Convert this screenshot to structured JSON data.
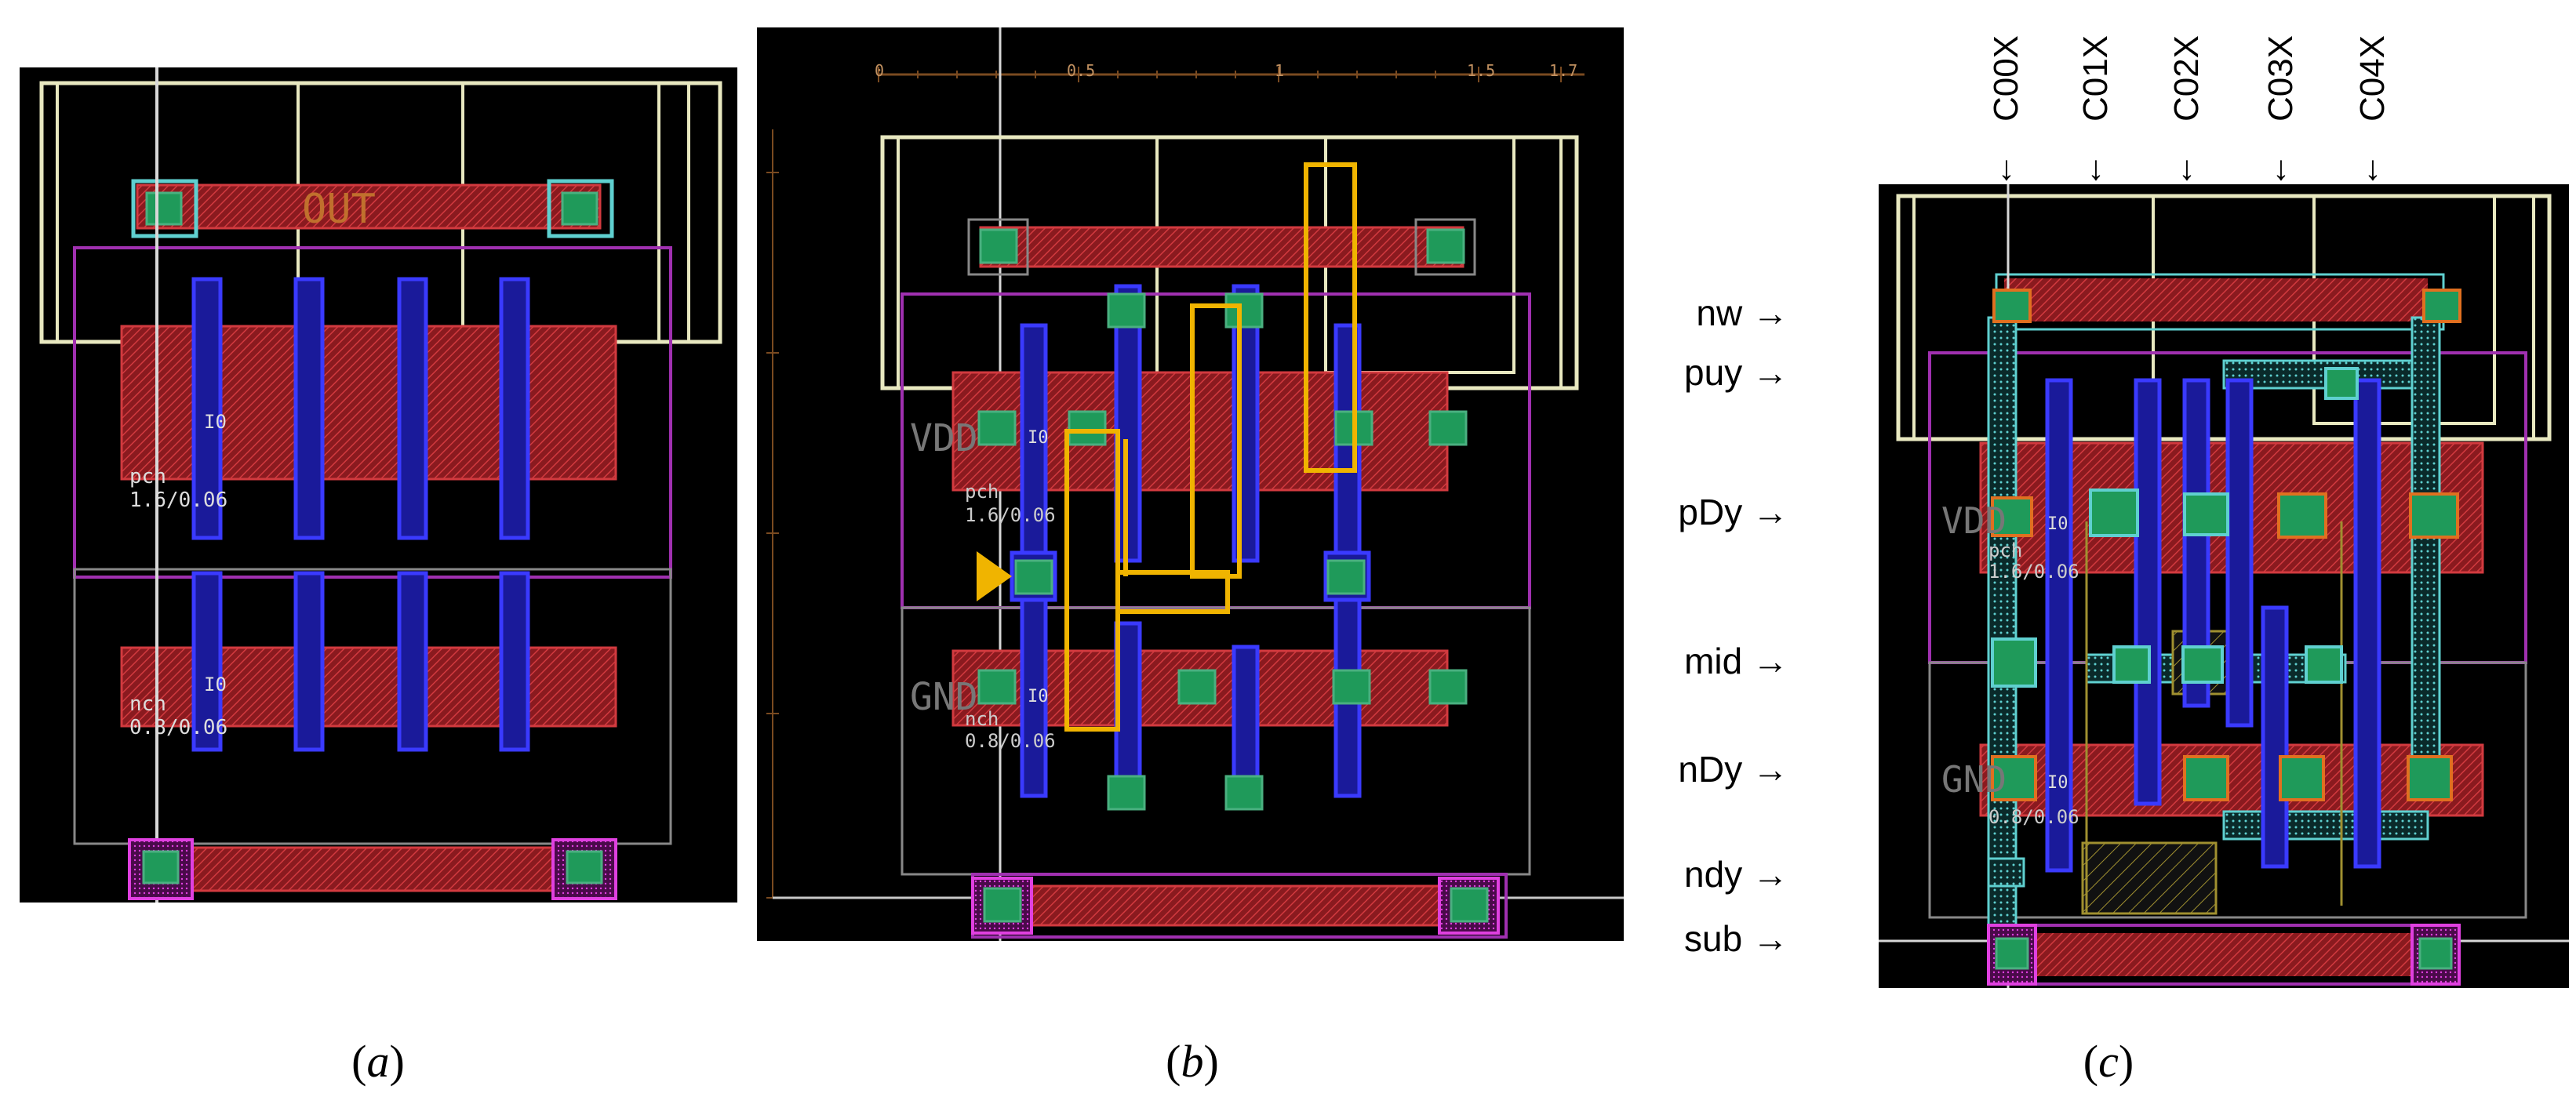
{
  "figure": {
    "captions": [
      {
        "prefix": "(",
        "letter": "a",
        "suffix": ")"
      },
      {
        "prefix": "(",
        "letter": "b",
        "suffix": ")"
      },
      {
        "prefix": "(",
        "letter": "c",
        "suffix": ")"
      }
    ]
  },
  "panel_a": {
    "net_out": "OUT",
    "pmos_label": "pch",
    "pmos_size": "1.6/0.06",
    "nmos_label": "nch",
    "nmos_size": "0.8/0.06",
    "marker": "I0"
  },
  "panel_b": {
    "ruler_ticks": [
      "0",
      "0.5",
      "1",
      "1.5",
      "1.7"
    ],
    "vdd_label": "VDD",
    "gnd_label": "GND",
    "pmos_label": "pch",
    "pmos_size": "1.6/0.06",
    "nmos_label": "nch",
    "nmos_size": "0.8/0.06",
    "marker": "I0"
  },
  "panel_c": {
    "columns": [
      "C00X",
      "C01X",
      "C02X",
      "C03X",
      "C04X"
    ],
    "rows": [
      {
        "name": "nw",
        "arrow": "→"
      },
      {
        "name": "puy",
        "arrow": "→"
      },
      {
        "name": "pDy",
        "arrow": "→"
      },
      {
        "name": "mid",
        "arrow": "→"
      },
      {
        "name": "nDy",
        "arrow": "→"
      },
      {
        "name": "ndy",
        "arrow": "→"
      },
      {
        "name": "sub",
        "arrow": "→"
      }
    ],
    "col_arrow": "↓",
    "vdd_label": "VDD",
    "gnd_label": "GND",
    "pmos_label": "pch",
    "pmos_size": "1.6/0.06",
    "nmos_size": "0.8/0.06",
    "marker": "I0"
  },
  "colors": {
    "background": "#000000",
    "metal1": "#c0282d",
    "poly": "#2a2ae0",
    "contact": "#1f9a5a",
    "nwell": "#e8e8c0",
    "boundary": "#a030b0",
    "highlight": "#f0b400"
  }
}
